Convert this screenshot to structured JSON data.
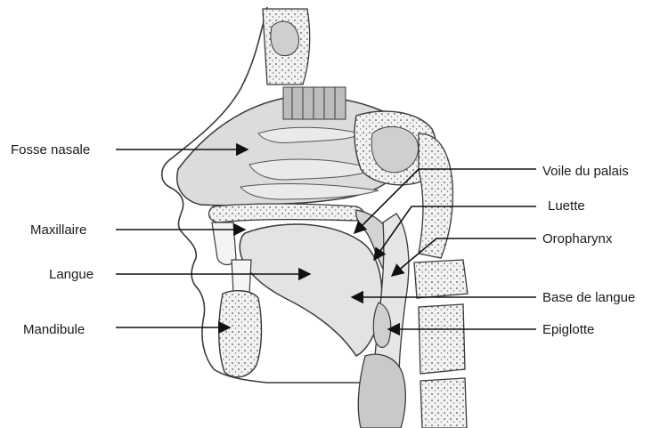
{
  "labels": {
    "fosse_nasale": "Fosse nasale",
    "maxillaire": "Maxillaire",
    "langue": "Langue",
    "mandibule": "Mandibule",
    "voile_du_palais": "Voile du palais",
    "luette": "Luette",
    "oropharynx": "Oropharynx",
    "base_de_langue": "Base de langue",
    "epiglotte": "Epiglotte"
  },
  "colors": {
    "outline": "#3a3a3a",
    "shading": "#d9d9d9",
    "bone": "#efefef",
    "arrow": "#111111"
  }
}
